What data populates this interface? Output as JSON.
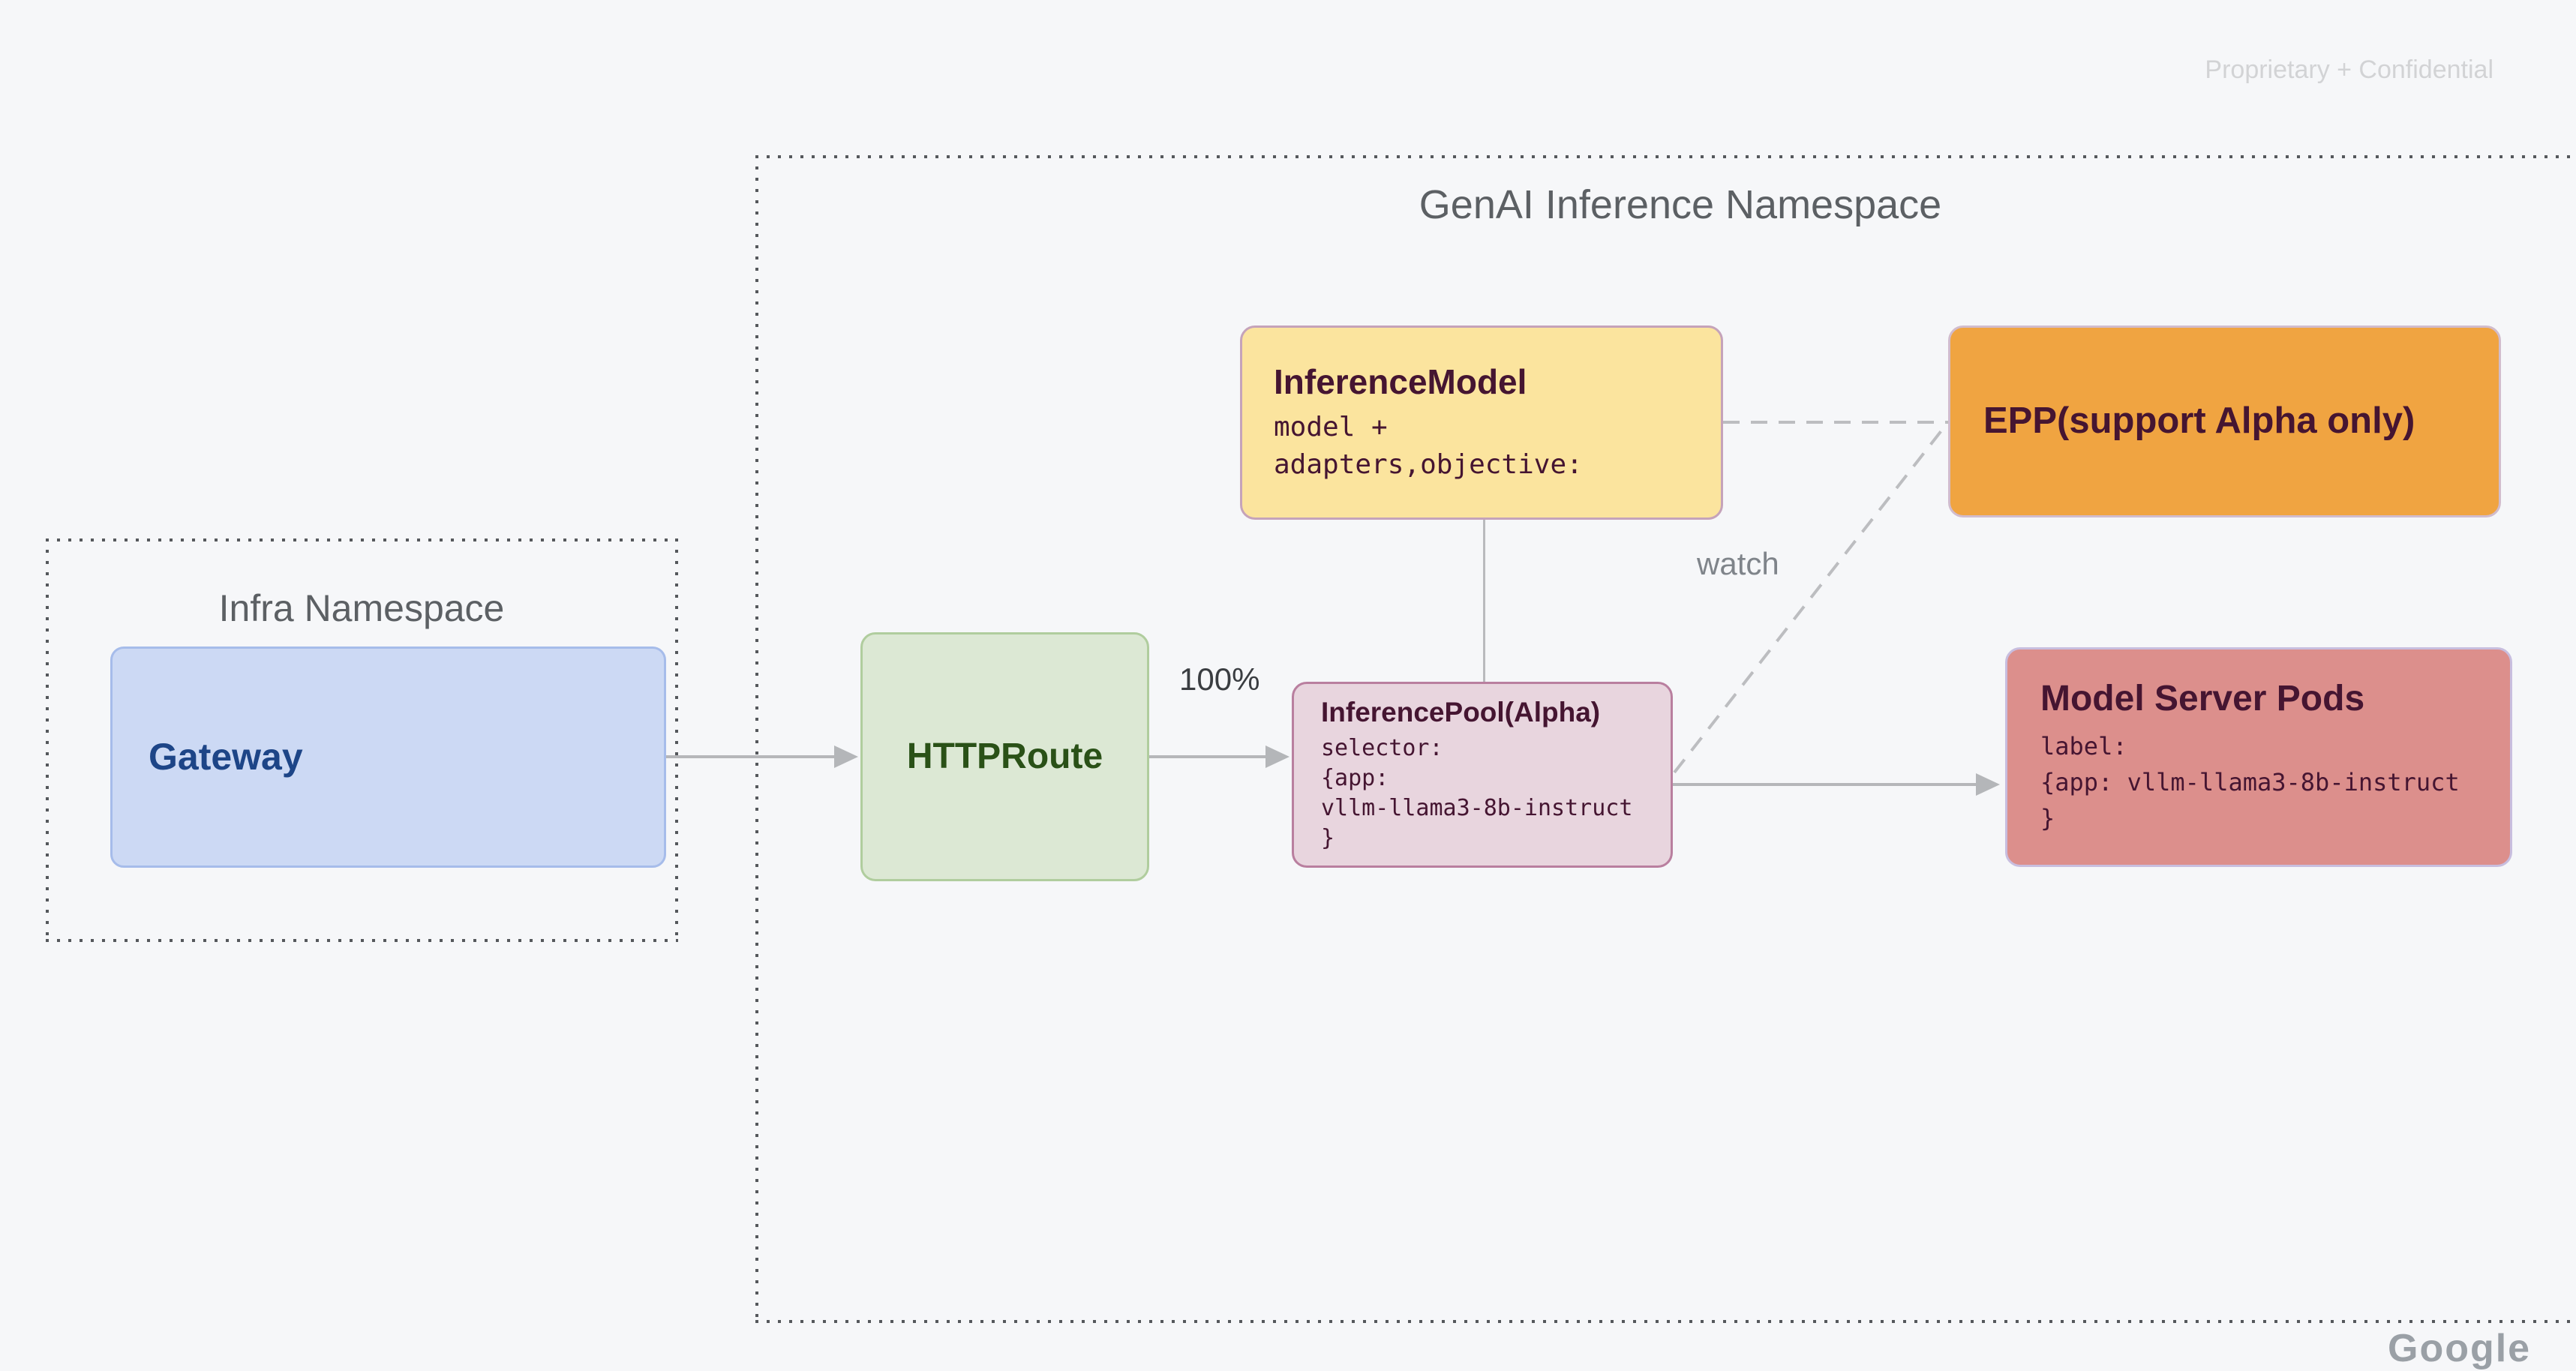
{
  "slide": {
    "confidential": "Proprietary + Confidential",
    "brand": "Google"
  },
  "namespaces": {
    "infra": {
      "title": "Infra Namespace"
    },
    "genai": {
      "title": "GenAI Inference Namespace"
    }
  },
  "nodes": {
    "gateway": {
      "title": "Gateway"
    },
    "httproute": {
      "title": "HTTPRoute"
    },
    "inference_model": {
      "title": "InferenceModel",
      "lines": [
        "model +",
        "adapters,objective:"
      ]
    },
    "epp": {
      "title": "EPP(support Alpha only)"
    },
    "inference_pool": {
      "title": "InferencePool(Alpha)",
      "lines": [
        "selector:",
        "{app:",
        "vllm-llama3-8b-instruct",
        "}"
      ]
    },
    "model_server_pods": {
      "title": "Model Server Pods",
      "lines": [
        "label:",
        "{app: vllm-llama3-8b-instruct",
        "}"
      ]
    }
  },
  "edges": {
    "httproute_to_pool_label": "100%",
    "epp_watch_label": "watch"
  },
  "colors": {
    "background": "#f6f7f9",
    "gateway_fill": "#ccd9f4",
    "gateway_text": "#1d4587",
    "httproute_fill": "#dce8d4",
    "httproute_text": "#2a5117",
    "inference_model_fill": "#fbe49e",
    "epp_fill": "#f0a441",
    "inference_pool_fill": "#e8d5de",
    "model_server_pods_fill": "#dc8f8c",
    "node_text_dark": "#451531",
    "connector_gray": "#b6b7ba",
    "namespace_border": "#55585c"
  }
}
